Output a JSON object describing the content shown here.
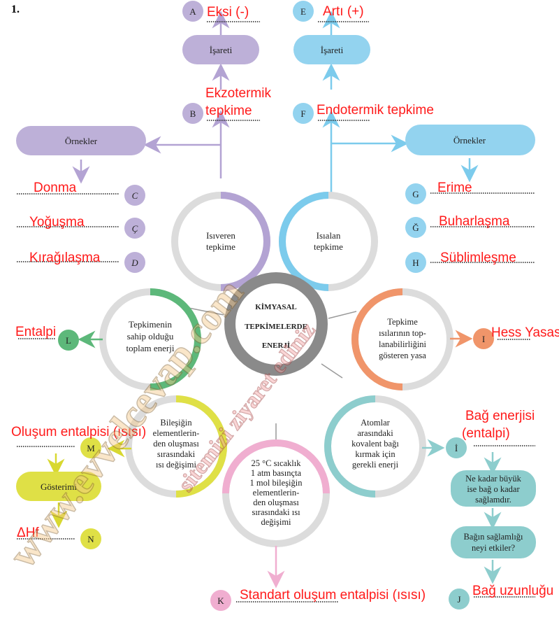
{
  "question_number": "1.",
  "colors": {
    "purple": "#bdb0d8",
    "purple_line": "#b3a3d3",
    "blue": "#93d3ef",
    "blue_line": "#7ccbec",
    "green": "#5db87a",
    "orange": "#f0956a",
    "yellow": "#dfe046",
    "teal": "#8dcdcd",
    "pink": "#f0aed0",
    "center_ring": "#8a8a8a",
    "ring_gray": "#dcdcdc",
    "answer_red": "#ff1a1a"
  },
  "center": {
    "line1": "KİMYASAL",
    "line2": "TEPKİMELERDE",
    "line3": "ENERJİ"
  },
  "nodes": {
    "exothermic": {
      "lines": [
        "Isıveren",
        "tepkime"
      ]
    },
    "endothermic": {
      "lines": [
        "Isıalan",
        "tepkime"
      ]
    },
    "enthalpy": {
      "lines": [
        "Tepkimenin",
        "sahip olduğu",
        "toplam enerji"
      ]
    },
    "hess": {
      "lines": [
        "Tepkime",
        "ısılarının top-",
        "lanabilirliğini",
        "gösteren yasa"
      ]
    },
    "formation": {
      "lines": [
        "Bileşiğin",
        "elementlerin-",
        "den oluşması",
        "sırasındaki",
        "ısı değişimi"
      ]
    },
    "bond": {
      "lines": [
        "Atomlar",
        "arasındaki",
        "kovalent bağı",
        "kırmak için",
        "gerekli enerji"
      ]
    },
    "standard": {
      "lines": [
        "25 °C sıcaklık",
        "1 atm basınçta",
        "1 mol bileşiğin",
        "elementlerin-",
        "den oluşması",
        "sırasındaki ısı",
        "değişimi"
      ]
    }
  },
  "boxes": {
    "purple_sign": "İşareti",
    "blue_sign": "İşareti",
    "purple_examples": "Örnekler",
    "blue_examples": "Örnekler",
    "yellow_notation": "Gösterimi",
    "teal_strength": [
      "Ne kadar büyük",
      "ise bağ o kadar",
      "sağlamdır."
    ],
    "teal_question": [
      "Bağın sağlamlığı",
      "neyi etkiler?"
    ]
  },
  "letters": {
    "A": "A",
    "B": "B",
    "C": "C",
    "Ç": "Ç",
    "D": "D",
    "E": "E",
    "F": "F",
    "G": "G",
    "Ğ": "Ğ",
    "H": "H",
    "I": "I",
    "İ": "İ",
    "J": "J",
    "K": "K",
    "L": "L",
    "M": "M",
    "N": "N"
  },
  "answers": {
    "A": "Eksi (-)",
    "B_line1": "Ekzotermik",
    "B_line2": "tepkime",
    "C": "Donma",
    "Ç": "Yoğuşma",
    "D": "Kırağılaşma",
    "E": "Artı (+)",
    "F": "Endotermik tepkime",
    "G": "Erime",
    "Ğ": "Buharlaşma",
    "H": "Süblimleşme",
    "I": "Hess Yasası",
    "İ_line1": "Bağ enerjisi",
    "İ_line2": "(entalpi)",
    "J": "Bağ uzunluğu",
    "K": "Standart oluşum entalpisi (ısısı)",
    "L": "Entalpi",
    "M": "Oluşum entalpisi (ısısı)",
    "N": "ΔHf"
  },
  "watermark": {
    "line1": "www.evvelcevap.com",
    "line2": "sitemizi ziyaret ediniz"
  }
}
